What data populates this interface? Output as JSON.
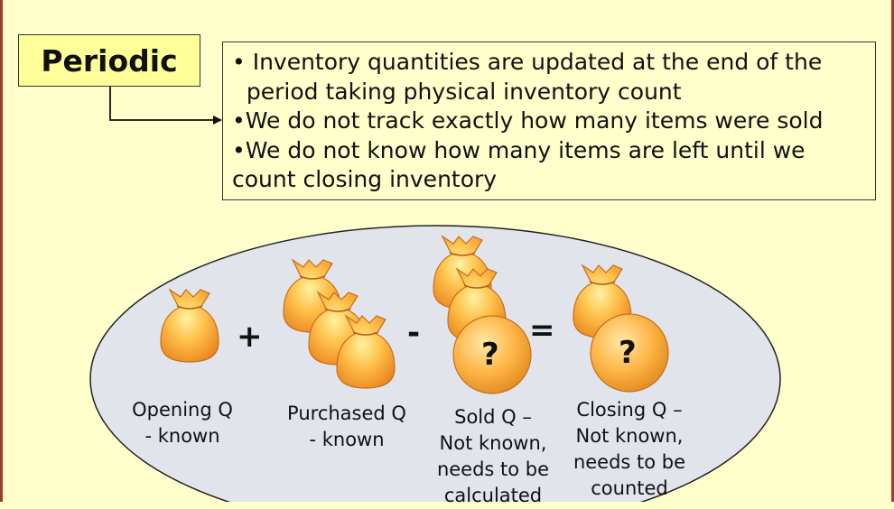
{
  "title": "Periodic",
  "bullets": [
    "• Inventory quantities are updated at the end of the",
    "  period taking physical inventory count",
    "•We do not track exactly how many items were sold",
    "•We do not know how many items are left until we",
    "count closing inventory"
  ],
  "equation": {
    "plus": "+",
    "minus": "-",
    "equals": "=",
    "unknown_mark": "?",
    "labels": {
      "opening": [
        "Opening Q",
        "- known"
      ],
      "purchased": [
        "Purchased Q",
        "- known"
      ],
      "sold": [
        "Sold Q –",
        "Not known,",
        "needs to be",
        "calculated"
      ],
      "closing": [
        "Closing Q –",
        "Not known,",
        "needs to be",
        "counted"
      ]
    }
  },
  "colors": {
    "page": "#FFFFCC",
    "title_fill": "#FFFF99",
    "ellipse_fill": "#E2E4EC",
    "bag_fill": "#FFB347",
    "frame": "#A03C28"
  }
}
